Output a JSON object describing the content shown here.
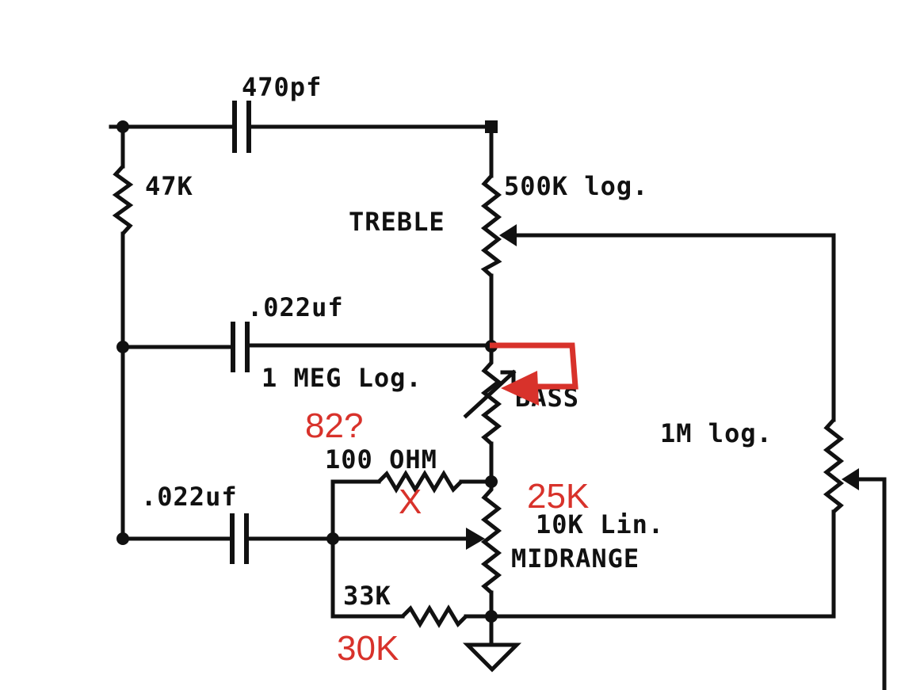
{
  "components": {
    "cap_top": "470pf",
    "res_left": "47K",
    "treble_pot_value": "500K log.",
    "treble_name": "TREBLE",
    "cap_mid": ".022uf",
    "bass_pot_value": "1 MEG Log.",
    "bass_name": "BASS",
    "res_100": "100 OHM",
    "cap_bottom": ".022uf",
    "mid_pot_value": "10K Lin.",
    "mid_name": "MIDRANGE",
    "res_33k": "33K",
    "volume_pot_value": "1M log."
  },
  "annotations": {
    "note_82": "82?",
    "note_25k": "25K",
    "note_30k": "30K",
    "note_x": "X"
  },
  "colors": {
    "ink": "#111111",
    "annotation_red": "#d8322b"
  }
}
